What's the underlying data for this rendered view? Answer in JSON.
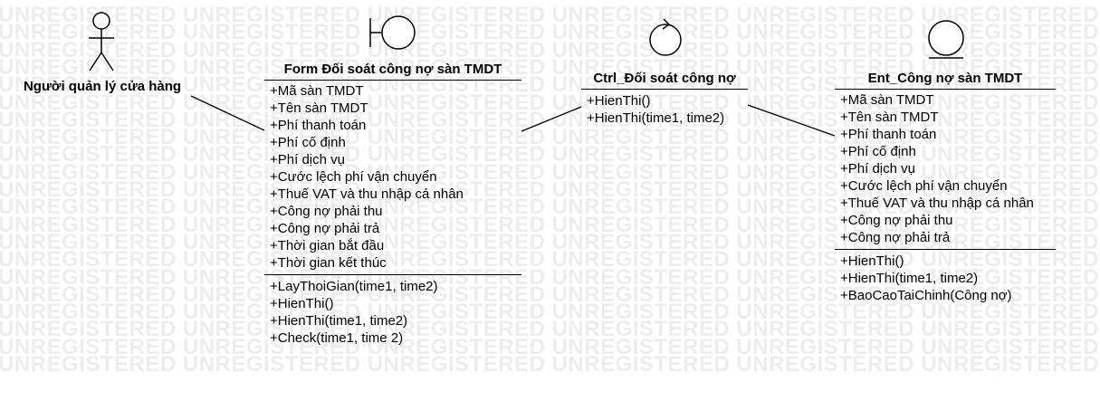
{
  "watermark": {
    "text": "UNREGISTERED"
  },
  "actor": {
    "name": "Người quản lý cửa hàng",
    "icon": "stick-figure-actor-icon"
  },
  "form_class": {
    "stereotype_icon": "boundary-icon",
    "title": "Form Đối soát công nợ sàn TMDT",
    "attributes": [
      "+Mã sàn TMDT",
      "+Tên sàn TMDT",
      "+Phí thanh toán",
      "+Phí cố định",
      "+Phí dịch vụ",
      "+Cước lệch phí vận chuyển",
      "+Thuế VAT và thu nhập cá nhân",
      "+Công nợ phải thu",
      "+Công nợ phải trả",
      "+Thời gian bắt đầu",
      "+Thời gian kết thúc"
    ],
    "operations": [
      "+LayThoiGian(time1, time2)",
      "+HienThi()",
      "+HienThi(time1, time2)",
      "+Check(time1, time 2)"
    ]
  },
  "ctrl_class": {
    "stereotype_icon": "control-icon",
    "title": "Ctrl_Đối soát công nợ",
    "operations": [
      "+HienThi()",
      "+HienThi(time1, time2)"
    ]
  },
  "entity_class": {
    "stereotype_icon": "entity-icon",
    "title": "Ent_Công nợ sàn TMDT",
    "attributes": [
      "+Mã sàn TMDT",
      "+Tên sàn TMDT",
      "+Phí thanh toán",
      "+Phí cố định",
      "+Phí dịch vụ",
      "+Cước lệch phí vận chuyển",
      "+Thuế VAT và thu nhập cá nhân",
      "+Công nợ phải thu",
      "+Công nợ phải trả"
    ],
    "operations": [
      "+HienThi()",
      "+HienThi(time1, time2)",
      "+BaoCaoTaiChinh(Công nợ)"
    ]
  },
  "colors": {
    "line": "#000000",
    "watermark": "#ededed",
    "background": "#ffffff"
  }
}
